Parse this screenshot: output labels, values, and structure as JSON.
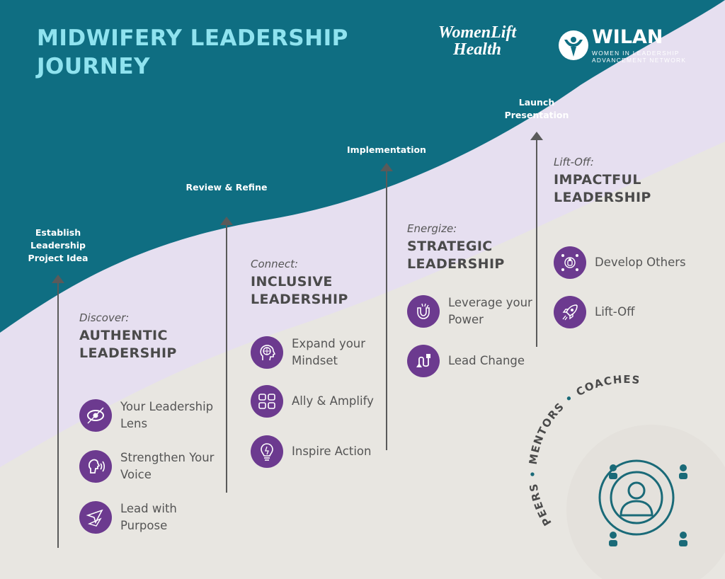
{
  "title": "MIDWIFERY LEADERSHIP JOURNEY",
  "logos": {
    "womenlift": "WomenLift Health",
    "wilan_name": "WILAN",
    "wilan_subtitle": "WOMEN IN LEADERSHIP ADVANCEMENT NETWORK"
  },
  "colors": {
    "teal": "#0f6e82",
    "lavender": "#e6dff0",
    "beige": "#e8e6e1",
    "title_cyan": "#8fe3ef",
    "icon_purple": "#6c3a8f",
    "network_teal": "#1a6a78"
  },
  "milestones": [
    {
      "label": "Establish Leadership Project Idea"
    },
    {
      "label": "Review & Refine"
    },
    {
      "label": "Implementation"
    },
    {
      "label": "Launch Presentation"
    }
  ],
  "stages": [
    {
      "prefix": "Discover:",
      "heading": "AUTHENTIC LEADERSHIP",
      "items": [
        {
          "label": "Your Leadership Lens",
          "icon": "eye-icon"
        },
        {
          "label": "Strengthen Your Voice",
          "icon": "speaking-head-icon"
        },
        {
          "label": "Lead with Purpose",
          "icon": "paper-plane-icon"
        }
      ]
    },
    {
      "prefix": "Connect:",
      "heading": "INCLUSIVE LEADERSHIP",
      "items": [
        {
          "label": "Expand your Mindset",
          "icon": "globe-head-icon"
        },
        {
          "label": "Ally & Amplify",
          "icon": "fist-bump-icon"
        },
        {
          "label": "Inspire Action",
          "icon": "lightbulb-icon"
        }
      ]
    },
    {
      "prefix": "Energize:",
      "heading": "STRATEGIC LEADERSHIP",
      "items": [
        {
          "label": "Leverage your Power",
          "icon": "magnet-icon"
        },
        {
          "label": "Lead Change",
          "icon": "change-path-icon"
        }
      ]
    },
    {
      "prefix": "Lift-Off:",
      "heading": "IMPACTFUL LEADERSHIP",
      "items": [
        {
          "label": "Develop Others",
          "icon": "network-icon"
        },
        {
          "label": "Lift-Off",
          "icon": "rocket-icon"
        }
      ]
    }
  ],
  "support": {
    "words": [
      "PEERS",
      "MENTORS",
      "COACHES"
    ]
  }
}
